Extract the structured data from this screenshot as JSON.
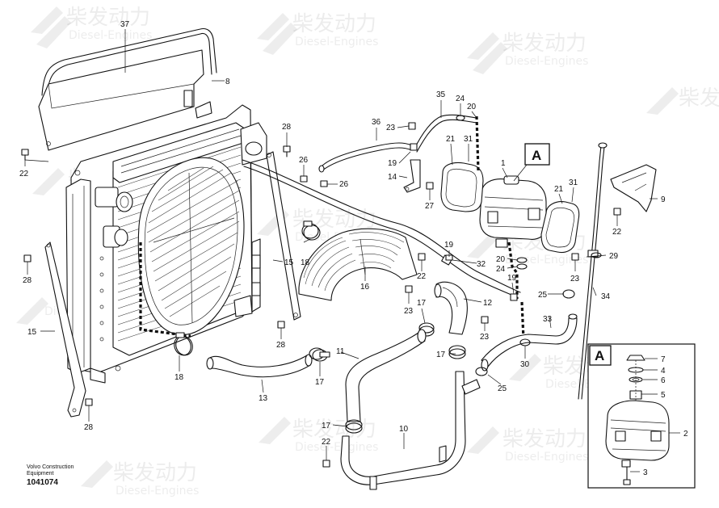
{
  "watermark": {
    "brand_cn": "柴发动力",
    "brand_en": "Diesel-Engines"
  },
  "labels": [
    {
      "id": "l37",
      "text": "37"
    },
    {
      "id": "l8",
      "text": "8"
    },
    {
      "id": "l22a",
      "text": "22"
    },
    {
      "id": "l28a",
      "text": "28"
    },
    {
      "id": "l26a",
      "text": "26"
    },
    {
      "id": "l26b",
      "text": "26"
    },
    {
      "id": "l36",
      "text": "36"
    },
    {
      "id": "l23a",
      "text": "23"
    },
    {
      "id": "l35",
      "text": "35"
    },
    {
      "id": "l24a",
      "text": "24"
    },
    {
      "id": "l20a",
      "text": "20"
    },
    {
      "id": "l19a",
      "text": "19"
    },
    {
      "id": "l14",
      "text": "14"
    },
    {
      "id": "l27",
      "text": "27"
    },
    {
      "id": "l21a",
      "text": "21"
    },
    {
      "id": "l31a",
      "text": "31"
    },
    {
      "id": "l1",
      "text": "1"
    },
    {
      "id": "l21b",
      "text": "21"
    },
    {
      "id": "l31b",
      "text": "31"
    },
    {
      "id": "l9",
      "text": "9"
    },
    {
      "id": "l22b",
      "text": "22"
    },
    {
      "id": "l28b",
      "text": "28"
    },
    {
      "id": "l15a",
      "text": "15"
    },
    {
      "id": "l18a",
      "text": "18"
    },
    {
      "id": "l16",
      "text": "16"
    },
    {
      "id": "l22c",
      "text": "22"
    },
    {
      "id": "l19b",
      "text": "19"
    },
    {
      "id": "l32",
      "text": "32"
    },
    {
      "id": "l20b",
      "text": "20"
    },
    {
      "id": "l24b",
      "text": "24"
    },
    {
      "id": "l29",
      "text": "29"
    },
    {
      "id": "l23b",
      "text": "23"
    },
    {
      "id": "l19c",
      "text": "19"
    },
    {
      "id": "l23c",
      "text": "23"
    },
    {
      "id": "l17a",
      "text": "17"
    },
    {
      "id": "l12",
      "text": "12"
    },
    {
      "id": "l25a",
      "text": "25"
    },
    {
      "id": "l34",
      "text": "34"
    },
    {
      "id": "l15b",
      "text": "15"
    },
    {
      "id": "l28c",
      "text": "28"
    },
    {
      "id": "l23d",
      "text": "23"
    },
    {
      "id": "l33",
      "text": "33"
    },
    {
      "id": "l11",
      "text": "11"
    },
    {
      "id": "l17b",
      "text": "17"
    },
    {
      "id": "l30",
      "text": "30"
    },
    {
      "id": "l18b",
      "text": "18"
    },
    {
      "id": "l17c",
      "text": "17"
    },
    {
      "id": "l13",
      "text": "13"
    },
    {
      "id": "l25b",
      "text": "25"
    },
    {
      "id": "l28d",
      "text": "28"
    },
    {
      "id": "l17d",
      "text": "17"
    },
    {
      "id": "l10",
      "text": "10"
    },
    {
      "id": "l22d",
      "text": "22"
    },
    {
      "id": "l7",
      "text": "7"
    },
    {
      "id": "l4",
      "text": "4"
    },
    {
      "id": "l6",
      "text": "6"
    },
    {
      "id": "l5",
      "text": "5"
    },
    {
      "id": "l2",
      "text": "2"
    },
    {
      "id": "l3",
      "text": "3"
    }
  ],
  "callouts": {
    "main": "A",
    "detail": "A"
  },
  "footer": {
    "maker": "Volvo Construction Equipment",
    "drawing_no": "1041074"
  }
}
